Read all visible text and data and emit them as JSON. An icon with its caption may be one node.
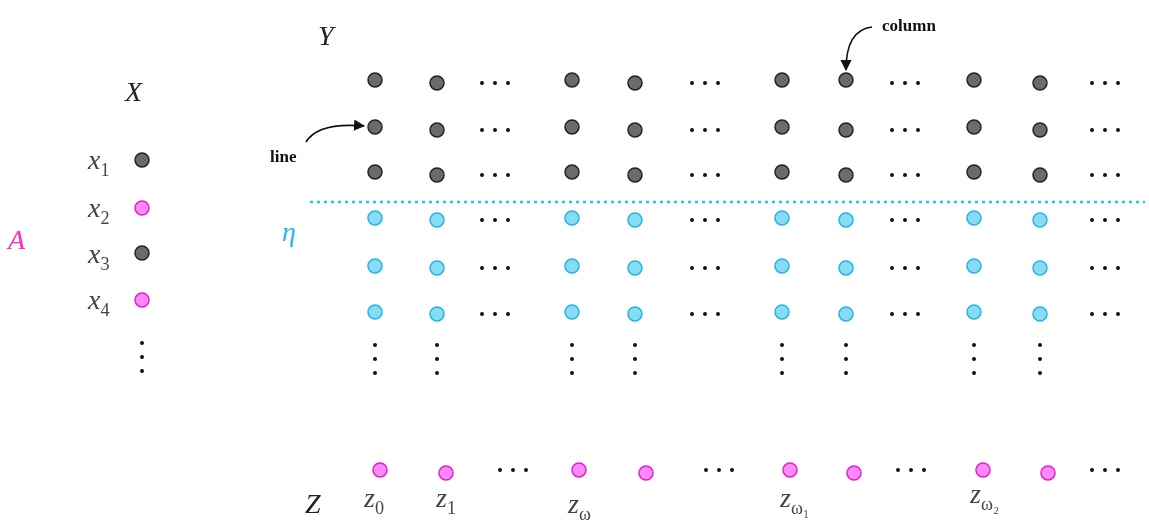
{
  "diagram": {
    "nodes": [
      {
        "text": [
          "line"
        ]
      },
      {
        "text": [],
        "shape": "circle"
      },
      {
        "text": [
          "column"
        ]
      },
      {
        "text": [],
        "shape": "circle"
      }
    ],
    "edges": [
      {
        "from": 0,
        "to": 1,
        "arrow": "to"
      },
      {
        "from": 2,
        "to": 3,
        "arrow": "to"
      }
    ],
    "labels": [
      "*Y*",
      "*X*",
      "*x*$_{1}$",
      "*x*$_{2}$",
      "*A*",
      "*η*",
      "*x*$_{3}$",
      "*x*$_{4}$",
      "*Z*",
      "*z*$_{0}$",
      "*z*$_{1}$",
      "*z*$_{ω}$",
      "*z*$_{ω₁}$",
      "*z*$_{ω₂}$"
    ]
  }
}
